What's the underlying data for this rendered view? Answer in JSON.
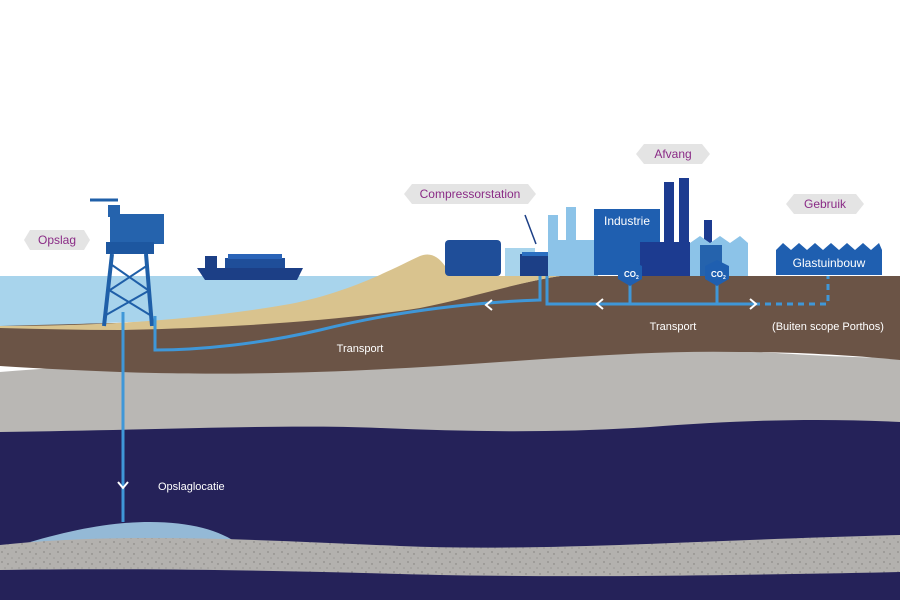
{
  "tags": {
    "opslag": "Opslag",
    "compressorstation": "Compressorstation",
    "afvang": "Afvang",
    "gebruik": "Gebruik"
  },
  "labels": {
    "industrie": "Industrie",
    "glastuinbouw": "Glastuinbouw",
    "transport_land": "Transport",
    "transport_sea": "Transport",
    "buiten_scope": "(Buiten scope Porthos)",
    "opslaglocatie": "Opslaglocatie",
    "co2_left": "CO",
    "co2_left_sub": "2",
    "co2_right": "CO",
    "co2_right_sub": "2"
  },
  "colors": {
    "sea": "#a8d4ec",
    "sand": "#d9c38e",
    "soil": "#6b5446",
    "grey_layer": "#b9b7b4",
    "reservoir": "#252259",
    "pipe": "#3f97d8",
    "tag_text": "#8a2b86",
    "tag_bg": "#e4e4e4"
  }
}
